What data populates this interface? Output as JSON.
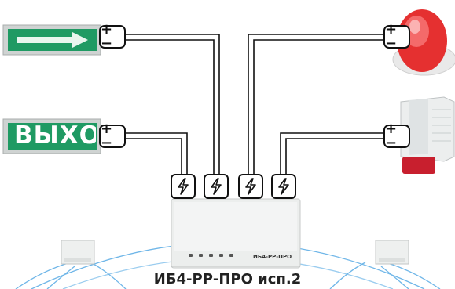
{
  "terminal_label": "+−",
  "exit_sign_text": "ВЫХОД",
  "device_label": "ИБ4-РР-ПРО",
  "caption": "ИБ4-РР-ПРО исп.2",
  "colors": {
    "sign_green": "#1f9a63",
    "wire": "#111111",
    "radio_arc": "#5aa8e0",
    "siren_red": "#e01f1f"
  }
}
